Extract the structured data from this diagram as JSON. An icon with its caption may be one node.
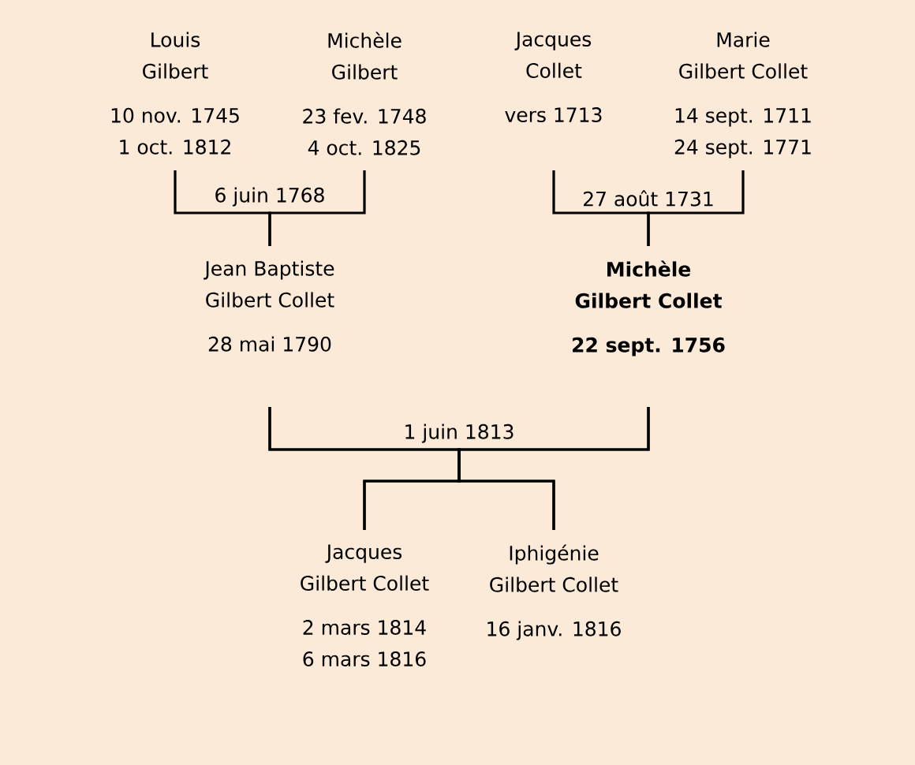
{
  "diagram": {
    "nodes": [
      {
        "text": [
          "Louis",
          "Gilbert",
          "10 nov. 1745",
          "1 oct. 1812"
        ]
      },
      {
        "text": [
          "Michèle",
          "Gilbert",
          "23 fev. 1748",
          "4 oct. 1825"
        ]
      },
      {
        "text": [
          "Jacques",
          "Collet",
          "vers 1713"
        ]
      },
      {
        "text": [
          "Marie",
          "Gilbert Collet",
          "14 sept. 1711",
          "24 sept. 1771"
        ]
      },
      {
        "text": [
          "Jean Baptiste",
          "Gilbert Collet",
          "28 mai 1790"
        ]
      },
      {
        "text": [
          "Michèle",
          "Gilbert Collet",
          "22 sept. 1756"
        ]
      },
      {
        "text": [
          "Jacques",
          "Gilbert Collet",
          "2 mars 1814",
          "6 mars 1816"
        ]
      },
      {
        "text": [
          "Iphigénie",
          "Gilbert Collet",
          "16 janv. 1816"
        ]
      }
    ],
    "edges": [
      {
        "from": 0,
        "to": 4,
        "arrow": "none",
        "label": "6 juin 1768"
      },
      {
        "from": 1,
        "to": 4,
        "arrow": "none"
      },
      {
        "from": 2,
        "to": 5,
        "arrow": "none",
        "label": "27 août 1731"
      },
      {
        "from": 3,
        "to": 5,
        "arrow": "none"
      },
      {
        "from": 4,
        "to": 6,
        "arrow": "none",
        "label": "1 juin 1813"
      },
      {
        "from": 4,
        "to": 7,
        "arrow": "none"
      },
      {
        "from": 5,
        "to": 6,
        "arrow": "none"
      },
      {
        "from": 5,
        "to": 7,
        "arrow": "none"
      }
    ]
  }
}
